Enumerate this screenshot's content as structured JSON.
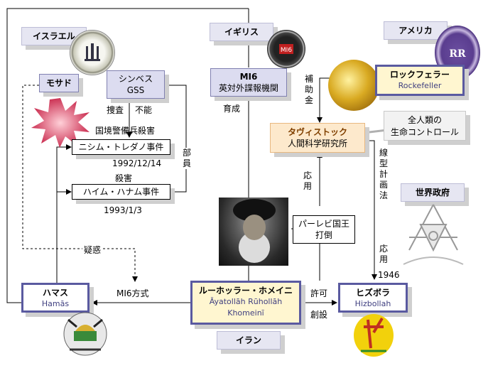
{
  "regions": {
    "israel": "イスラエル",
    "uk": "イギリス",
    "usa": "アメリカ",
    "iran": "イラン"
  },
  "nodes": {
    "mossad": "モサド",
    "shin_bet": "シンベス\nGSS",
    "mi6_title": "MI6",
    "mi6_sub": "英対外諜報機関",
    "rockefeller_title": "ロックフェラー",
    "rockefeller_sub": "Rockefeller",
    "human_control": "全人類の\n生命コントロール",
    "tavistock_title": "タヴィストック",
    "tavistock_sub": "人間科学研究所",
    "world_gov": "世界政府",
    "nishim": "ニシム・トレダノ事件",
    "haim": "ハイム・ハナム事件",
    "pahlavi": "パーレビ国王\n打倒",
    "khomeini_title": "ルーホッラー・ホメイニ",
    "khomeini_sub": "Āyatollāh Rūhollāh\nKhomeinī",
    "hamas_title": "ハマス",
    "hamas_sub": "Hamās",
    "hezbollah_title": "ヒズボラ",
    "hezbollah_sub": "Hizbollah"
  },
  "labels": {
    "investigation": "捜査",
    "incapable": "不能",
    "border_police": "国境警備兵殺害",
    "date1": "1992/12/14",
    "murder": "殺害",
    "date2": "1993/1/3",
    "member": "部\n員",
    "trained": "育成",
    "subsidy": "補\n助\n金",
    "applied1": "応\n用",
    "linear_plan": "線\n型\n計\n画\n法",
    "applied2": "応\n用",
    "year": "1946",
    "suspicion": "疑惑",
    "mi6_method": "MI6方式",
    "permission": "許可",
    "founding": "創設"
  },
  "icons": {
    "mossad_seal": "mossad-emblem-icon",
    "mi6_seal": "mi6-emblem-icon",
    "gold_coin": "gold-coin-icon",
    "rockefeller_seal": "rockefeller-emblem-icon",
    "explosion": "explosion-icon",
    "masonic": "masonic-emblem-icon",
    "portrait": "khomeini-portrait",
    "hamas_logo": "hamas-emblem-icon",
    "hezbollah_logo": "hezbollah-emblem-icon"
  },
  "colors": {
    "region_fill": "#e6e6f2",
    "entity_border": "#5a5aa0",
    "tavistock_fill": "#fde9cc",
    "rockefeller_fill": "#fff6d0",
    "khomeini_fill": "#fff6d0",
    "explosion": "#cc3355"
  }
}
